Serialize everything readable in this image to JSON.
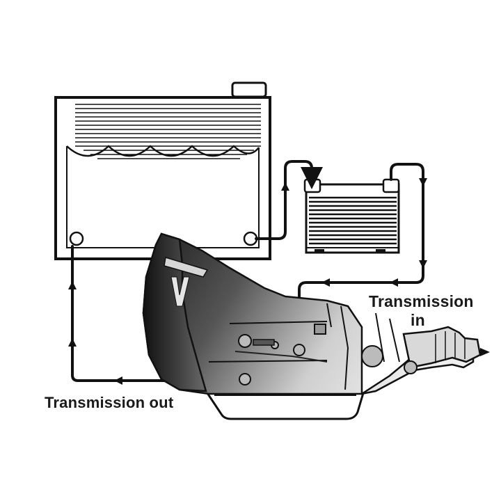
{
  "diagram": {
    "labels": {
      "transmission_in_line1": "Transmission",
      "transmission_in_line2": "in",
      "transmission_out": "Transmission out"
    },
    "components": [
      "radiator",
      "transmission-cooler",
      "transmission",
      "cooler-lines"
    ],
    "colors": {
      "line": "#111111",
      "background": "#ffffff",
      "transmission_dark": "#1e1e1e",
      "transmission_light": "#d8d8d8"
    }
  }
}
